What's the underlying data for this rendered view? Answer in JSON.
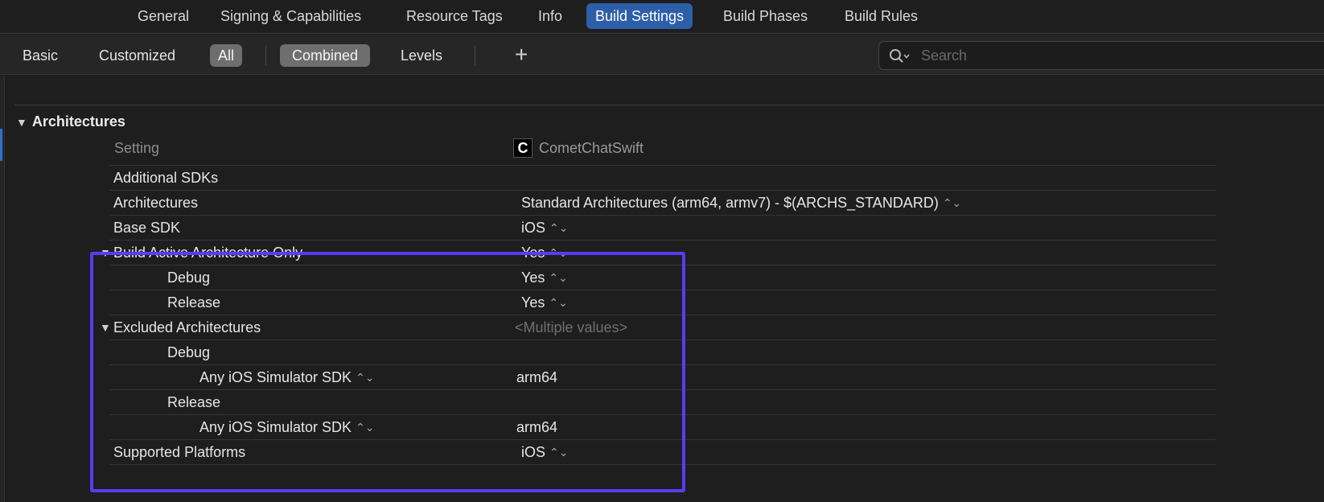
{
  "tabs": [
    "General",
    "Signing & Capabilities",
    "Resource Tags",
    "Info",
    "Build Settings",
    "Build Phases",
    "Build Rules"
  ],
  "active_tab": "Build Settings",
  "filters": {
    "basic": "Basic",
    "customized": "Customized",
    "all": "All",
    "combined": "Combined",
    "levels": "Levels",
    "add": "+"
  },
  "search": {
    "placeholder": "Search",
    "value": ""
  },
  "section": {
    "title": "Architectures"
  },
  "header": {
    "setting": "Setting",
    "target_icon": "C",
    "target": "CometChatSwift"
  },
  "rows": {
    "additional_sdks": {
      "label": "Additional SDKs",
      "value": ""
    },
    "architectures": {
      "label": "Architectures",
      "value": "Standard Architectures (arm64, armv7)  -  $(ARCHS_STANDARD)"
    },
    "base_sdk": {
      "label": "Base SDK",
      "value": "iOS"
    },
    "build_active_arch": {
      "label": "Build Active Architecture Only",
      "value": "Yes"
    },
    "baa_debug": {
      "label": "Debug",
      "value": "Yes"
    },
    "baa_release": {
      "label": "Release",
      "value": "Yes"
    },
    "excluded_archs": {
      "label": "Excluded Architectures",
      "value": "<Multiple values>"
    },
    "ex_debug": {
      "label": "Debug",
      "value": ""
    },
    "ex_debug_sdk": {
      "label": "Any iOS Simulator SDK",
      "value": "arm64"
    },
    "ex_release": {
      "label": "Release",
      "value": ""
    },
    "ex_release_sdk": {
      "label": "Any iOS Simulator SDK",
      "value": "arm64"
    },
    "supported_platforms": {
      "label": "Supported Platforms",
      "value": "iOS"
    }
  },
  "colors": {
    "highlight": "#5b3bf5",
    "active_tab": "#2d5ea8",
    "background": "#1e1e1e"
  },
  "icons": {
    "disclosure": "disclosure-triangle-icon",
    "stepper": "up-down-chevron-icon",
    "search": "search-icon"
  }
}
